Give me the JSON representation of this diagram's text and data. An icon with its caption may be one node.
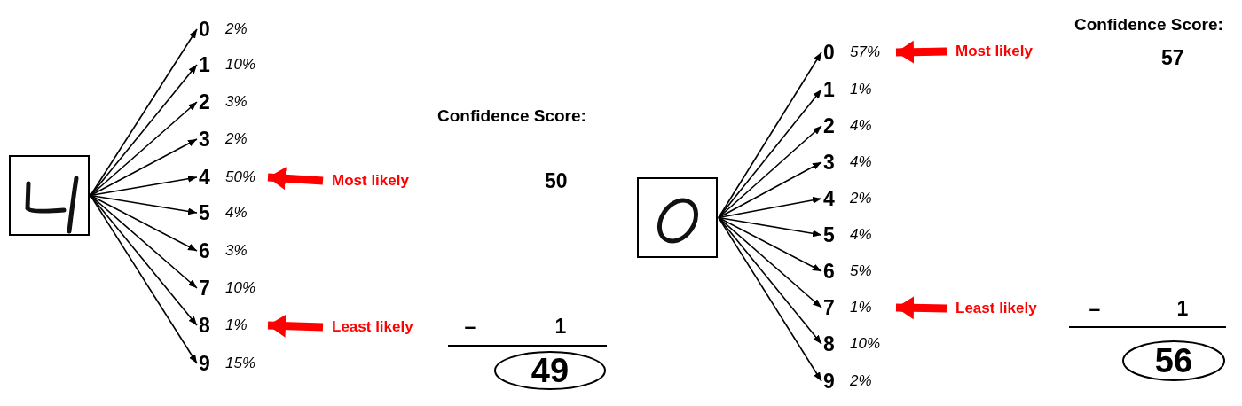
{
  "diagram": {
    "nodes": [
      {
        "text": [],
        "shape": "picture"
      },
      {
        "text": [
          "0",
          "2%"
        ]
      },
      {
        "text": [
          "1",
          "10%"
        ]
      },
      {
        "text": [
          "2",
          "3%"
        ]
      },
      {
        "text": [
          "3",
          "2%"
        ]
      },
      {
        "text": [
          "4",
          "50%"
        ]
      },
      {
        "text": [
          "5",
          "4%"
        ]
      },
      {
        "text": [
          "6",
          "3%"
        ]
      },
      {
        "text": [
          "7",
          "10%"
        ]
      },
      {
        "text": [
          "8",
          "1%"
        ]
      },
      {
        "text": [
          "9",
          "15%"
        ]
      },
      {
        "text": [
          "Most likely"
        ]
      },
      {
        "text": [
          "Least likely"
        ]
      },
      {
        "text": [
          "49"
        ]
      },
      {
        "text": [],
        "shape": "picture"
      },
      {
        "text": [
          "0",
          "57%"
        ]
      },
      {
        "text": [
          "1",
          "1%"
        ]
      },
      {
        "text": [
          "2",
          "4%"
        ]
      },
      {
        "text": [
          "3",
          "4%"
        ]
      },
      {
        "text": [
          "4",
          "2%"
        ]
      },
      {
        "text": [
          "5",
          "4%"
        ]
      },
      {
        "text": [
          "6",
          "5%"
        ]
      },
      {
        "text": [
          "7",
          "1%"
        ]
      },
      {
        "text": [
          "8",
          "10%"
        ]
      },
      {
        "text": [
          "9",
          "2%"
        ]
      },
      {
        "text": [
          "Most likely"
        ]
      },
      {
        "text": [
          "Least likely"
        ]
      },
      {
        "text": [
          "56"
        ]
      }
    ],
    "edges": [
      {
        "from": 0,
        "to": 1,
        "arrow": "to"
      },
      {
        "from": 0,
        "to": 2,
        "arrow": "to"
      },
      {
        "from": 0,
        "to": 3,
        "arrow": "to"
      },
      {
        "from": 0,
        "to": 4,
        "arrow": "to"
      },
      {
        "from": 0,
        "to": 5,
        "arrow": "to"
      },
      {
        "from": 0,
        "to": 6,
        "arrow": "to"
      },
      {
        "from": 0,
        "to": 7,
        "arrow": "to"
      },
      {
        "from": 0,
        "to": 8,
        "arrow": "to"
      },
      {
        "from": 0,
        "to": 9,
        "arrow": "to"
      },
      {
        "from": 0,
        "to": 10,
        "arrow": "to"
      },
      {
        "from": 11,
        "to": 5,
        "arrow": "to",
        "style": "thick",
        "color": "#ff0000"
      },
      {
        "from": 12,
        "to": 9,
        "arrow": "to",
        "style": "thick",
        "color": "#ff0000"
      },
      {
        "from": 14,
        "to": 15,
        "arrow": "to"
      },
      {
        "from": 14,
        "to": 16,
        "arrow": "to"
      },
      {
        "from": 14,
        "to": 17,
        "arrow": "to"
      },
      {
        "from": 14,
        "to": 18,
        "arrow": "to"
      },
      {
        "from": 14,
        "to": 19,
        "arrow": "to"
      },
      {
        "from": 14,
        "to": 20,
        "arrow": "to"
      },
      {
        "from": 14,
        "to": 21,
        "arrow": "to"
      },
      {
        "from": 14,
        "to": 22,
        "arrow": "to"
      },
      {
        "from": 14,
        "to": 23,
        "arrow": "to"
      },
      {
        "from": 14,
        "to": 24,
        "arrow": "to"
      },
      {
        "from": 25,
        "to": 15,
        "arrow": "to",
        "style": "thick",
        "color": "#ff0000"
      },
      {
        "from": 26,
        "to": 22,
        "arrow": "to",
        "style": "thick",
        "color": "#ff0000"
      }
    ],
    "labels": [
      "Confidence Score:",
      "50",
      "–",
      "1",
      "Confidence Score:",
      "57",
      "–",
      "1"
    ]
  }
}
